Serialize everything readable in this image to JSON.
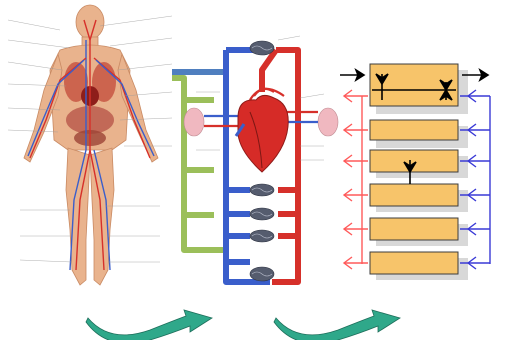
{
  "figure": {
    "panels": [
      {
        "name": "anatomy",
        "depicts": "human-circulatory-system"
      },
      {
        "name": "circulation-schematic",
        "depicts": "heart-with-pulmonary-and-systemic-loops"
      },
      {
        "name": "block-model",
        "depicts": "compartment-model"
      }
    ],
    "colors": {
      "arterial": "#e8453c",
      "venous": "#3a5ecb",
      "lymph": "#9bbf5a",
      "heart": "#d62b27",
      "lung": "#f0b8c0",
      "compartment": "#f7c46a",
      "compartment_border": "#3c3c3c",
      "arrow_black": "#000000",
      "arrow_red": "#ff5a5a",
      "arrow_blue": "#3a3ad6",
      "transition_arrow": "#2fa88a"
    },
    "block_model": {
      "compartment_count": 6
    },
    "transition_arrows": [
      "curved-arrow-left",
      "curved-arrow-right"
    ]
  }
}
